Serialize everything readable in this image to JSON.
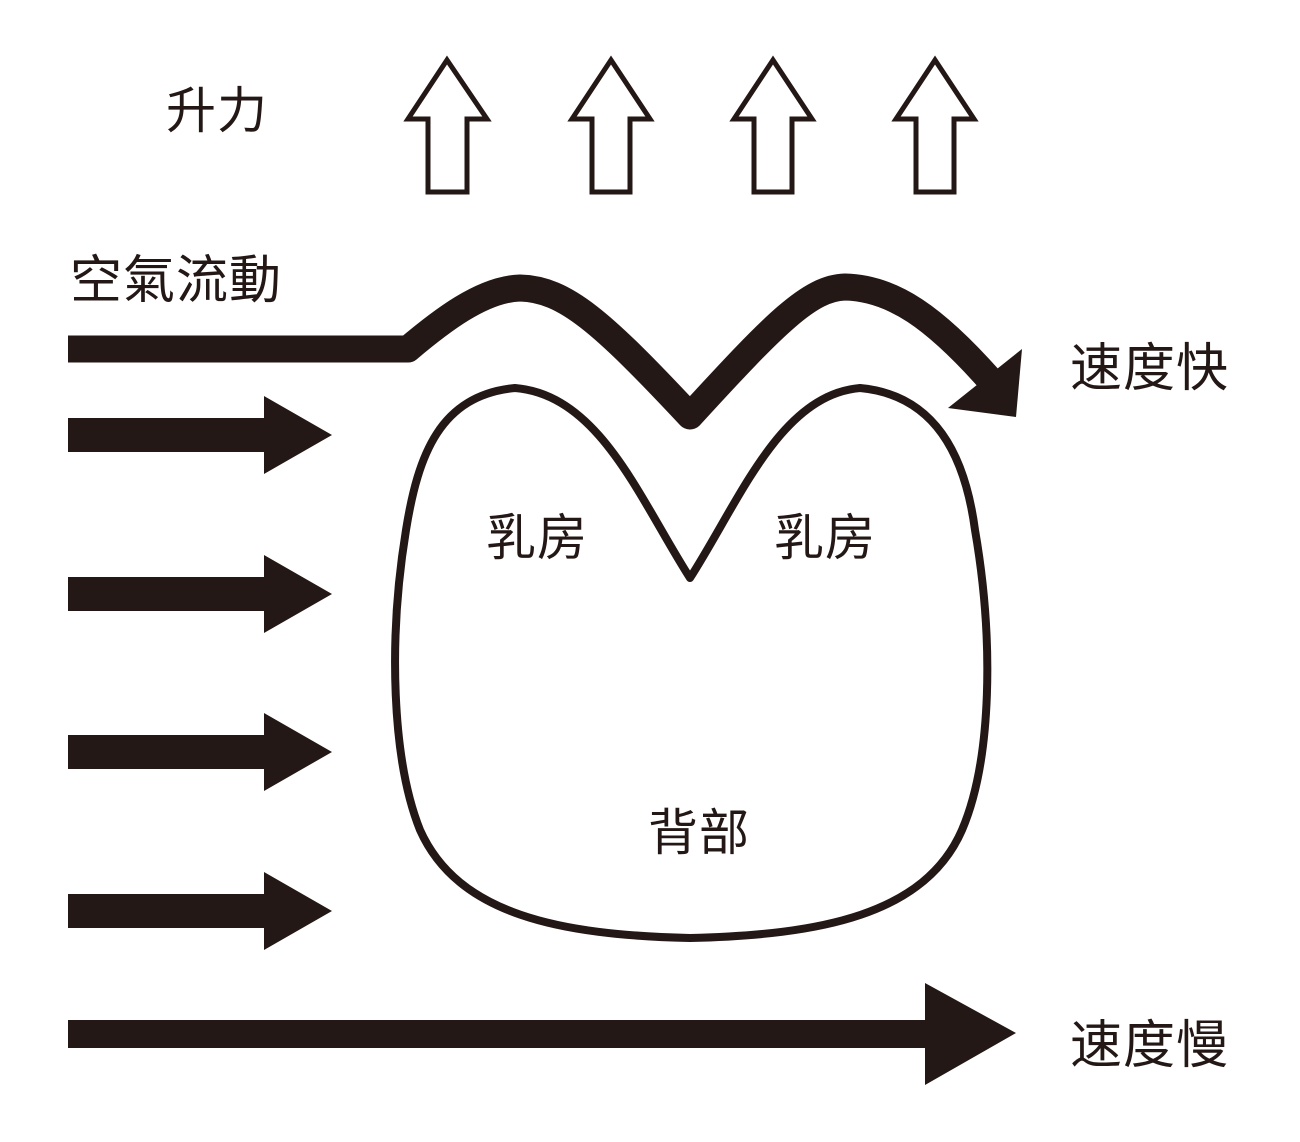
{
  "labels": {
    "lift": "升力",
    "airflow": "空氣流動",
    "speed_fast": "速度快",
    "speed_slow": "速度慢",
    "breast_left": "乳房",
    "breast_right": "乳房",
    "back": "背部"
  },
  "colors": {
    "ink": "#231815",
    "background": "#ffffff"
  },
  "icons": {
    "lift_arrows": [
      "up-arrow-outline-icon",
      "up-arrow-outline-icon",
      "up-arrow-outline-icon",
      "up-arrow-outline-icon"
    ],
    "flow_arrows": [
      "right-arrow-icon",
      "right-arrow-icon",
      "right-arrow-icon",
      "right-arrow-icon"
    ],
    "fast_flow": "curved-flow-arrow-icon",
    "slow_flow": "long-right-arrow-icon",
    "body": "torso-cross-section-outline"
  }
}
